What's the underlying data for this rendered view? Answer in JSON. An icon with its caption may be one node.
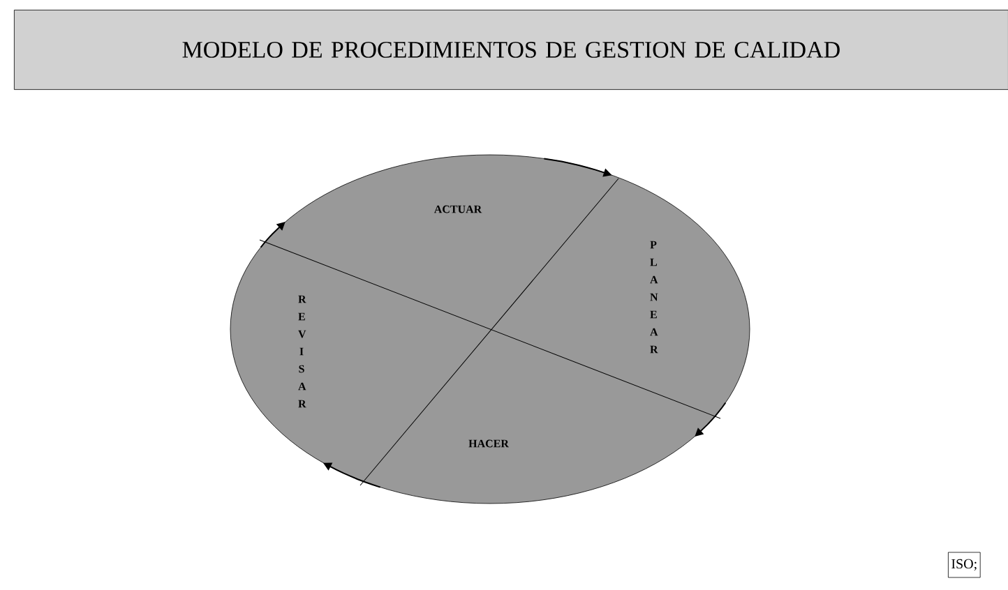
{
  "diagram": {
    "title": "MODELO DE PROCEDIMIENTOS DE GESTION DE CALIDAD",
    "nodes": [
      {
        "text": [
          "ACTUAR",
          "PLANEAR",
          "HACER",
          "REVISAR"
        ]
      },
      {
        "text": [
          "ISO;"
        ]
      }
    ]
  }
}
